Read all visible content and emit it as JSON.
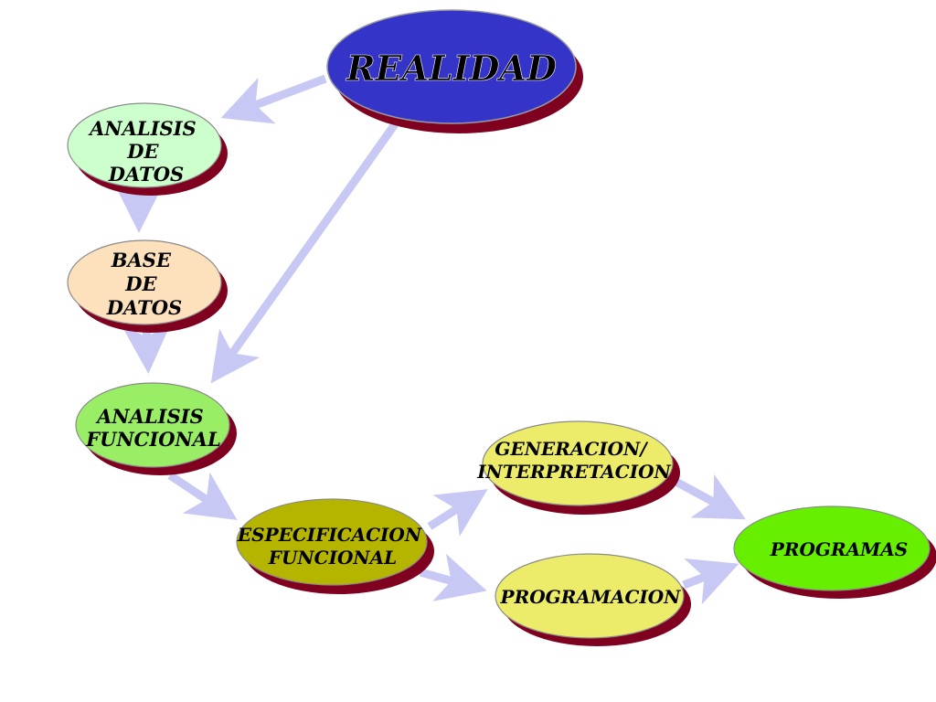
{
  "diagram": {
    "nodes": {
      "realidad": {
        "lines": [
          "REALIDAD"
        ],
        "color": "#3434c8"
      },
      "analisis_datos": {
        "lines": [
          "ANALISIS",
          "DE",
          "DATOS"
        ],
        "color": "#ccffcc"
      },
      "base_datos": {
        "lines": [
          "BASE",
          "DE",
          "DATOS"
        ],
        "color": "#fde0bc"
      },
      "analisis_funcional": {
        "lines": [
          "ANALISIS",
          "FUNCIONAL"
        ],
        "color": "#99ee66"
      },
      "especificacion_funcional": {
        "lines": [
          "ESPECIFICACION",
          "FUNCIONAL"
        ],
        "color": "#b5b500"
      },
      "generacion": {
        "lines": [
          "GENERACION/",
          "INTERPRETACION"
        ],
        "color": "#ecec6a"
      },
      "programacion": {
        "lines": [
          "PROGRAMACION"
        ],
        "color": "#ecec6a"
      },
      "programas": {
        "lines": [
          "PROGRAMAS"
        ],
        "color": "#66f000"
      }
    },
    "shadow_color": "#800020",
    "arrow_color": "#c8c8f4"
  }
}
